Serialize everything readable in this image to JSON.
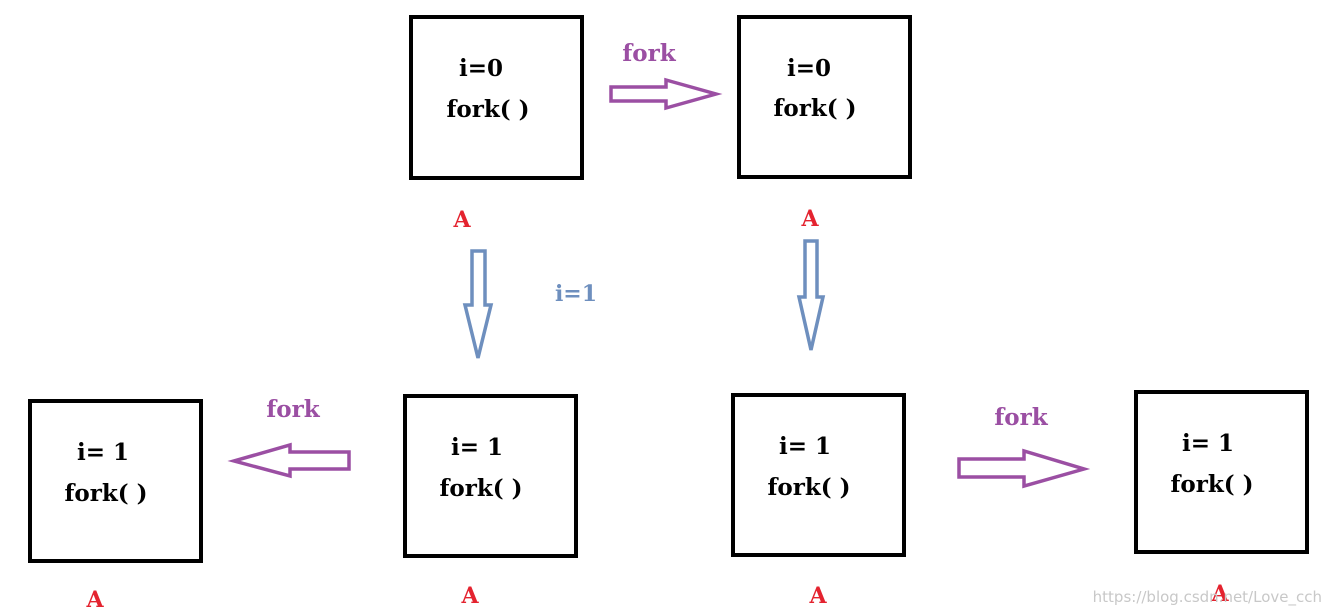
{
  "colors": {
    "box_stroke": "#000000",
    "text": "#000000",
    "label_a": "#e4232f",
    "fork": "#9b4fa3",
    "i_label": "#6e8fbe",
    "blue_arrow": "#6e8fbe",
    "purple_arrow": "#9b4fa3"
  },
  "boxes": [
    {
      "id": "p0",
      "line1": "i=0",
      "line2": "fork( )",
      "label": "A"
    },
    {
      "id": "c0",
      "line1": "i=0",
      "line2": "fork( )",
      "label": "A"
    },
    {
      "id": "p1",
      "line1": "i= 1",
      "line2": "fork( )",
      "label": "A"
    },
    {
      "id": "p1c",
      "line1": "i= 1",
      "line2": "fork( )",
      "label": "A"
    },
    {
      "id": "c1",
      "line1": "i= 1",
      "line2": "fork( )",
      "label": "A"
    },
    {
      "id": "c1c",
      "line1": "i= 1",
      "line2": "fork( )",
      "label": "A"
    }
  ],
  "edges": [
    {
      "from": "p0",
      "to": "c0",
      "label": "fork",
      "color": "purple"
    },
    {
      "from": "p0",
      "to": "p1",
      "label": "",
      "color": "blue"
    },
    {
      "from": "c0",
      "to": "c1",
      "label": "",
      "color": "blue"
    },
    {
      "from": "p1",
      "to": "p1c",
      "label": "fork",
      "color": "purple"
    },
    {
      "from": "c1",
      "to": "c1c",
      "label": "fork",
      "color": "purple"
    }
  ],
  "iteration_label": "i=1",
  "watermark": "https://blog.csdn.net/Love_cch"
}
